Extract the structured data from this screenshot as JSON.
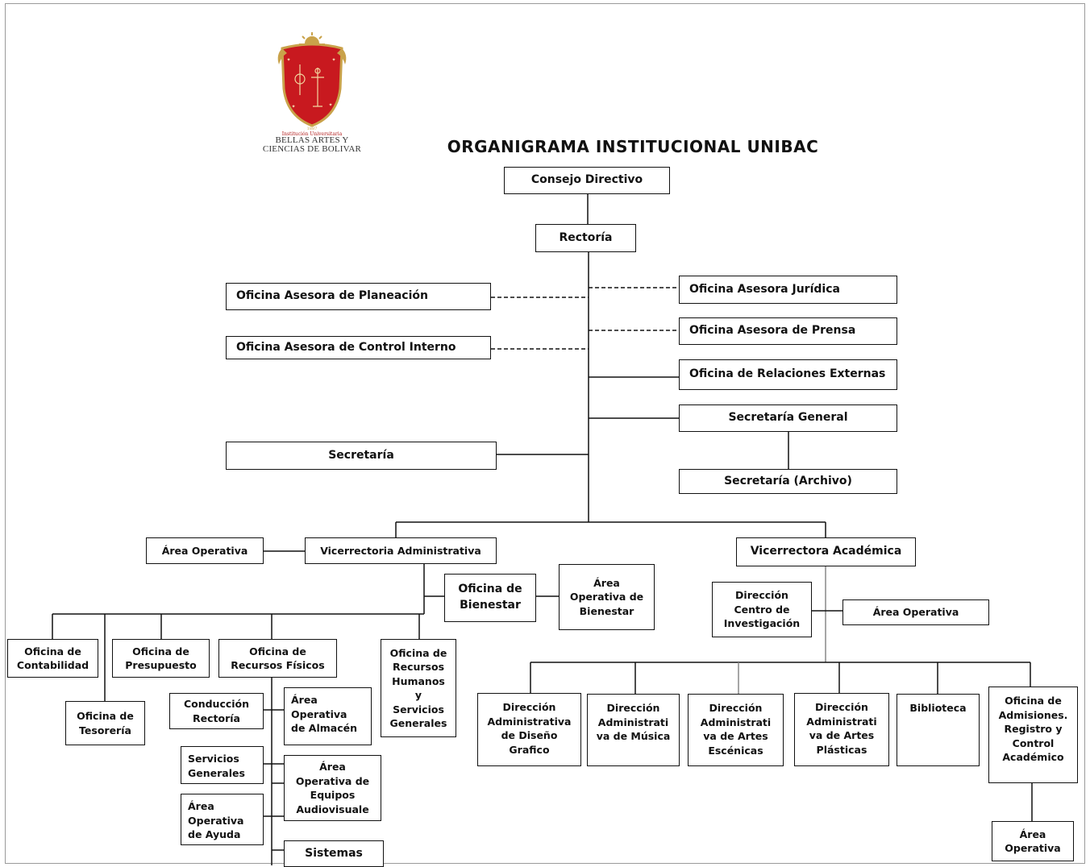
{
  "title": "ORGANIGRAMA INSTITUCIONAL UNIBAC",
  "logo": {
    "line1": "Institución Universitaria",
    "line2": "BELLAS ARTES Y",
    "line3": "CIENCIAS DE BOLIVAR",
    "colors": {
      "shield": "#c8191f",
      "gold": "#c9a24a"
    }
  },
  "nodes": {
    "consejo": "Consejo Directivo",
    "rectoria": "Rectoría",
    "planeacion": "Oficina Asesora de Planeación",
    "control": "Oficina Asesora de Control Interno",
    "juridica": "Oficina Asesora Jurídica",
    "prensa": "Oficina Asesora de Prensa",
    "relaciones": "Oficina de Relaciones Externas",
    "secgeneral": "Secretaría General",
    "secretaria": "Secretaría",
    "archivo": "Secretaría (Archivo)",
    "areaop_admin": "Área Operativa",
    "vicadmin": "Vicerrectoria Administrativa",
    "bienestar": "Oficina de\nBienestar",
    "areaop_bienestar": "Área\nOperativa de\nBienestar",
    "vicacad": "Vicerrectora Académica",
    "investigacion": "Dirección\nCentro de\nInvestigación",
    "areaop_acad": "Área Operativa",
    "contabilidad": "Oficina de\nContabilidad",
    "tesoreria": "Oficina de\nTesorería",
    "presupuesto": "Oficina de\nPresupuesto",
    "recfisicos": "Oficina de\nRecursos Físicos",
    "rechumanos": "Oficina de\nRecursos\nHumanos\ny\nServicios\nGenerales",
    "conduccion": "Conducción\nRectoría",
    "almacen": "Área\nOperativa\nde Almacén",
    "servgenerales": "Servicios\nGenerales",
    "audiovisuales": "Área\nOperativa de\nEquipos\nAudiovisuale",
    "ayuda": "Área\nOperativa\nde Ayuda",
    "sistemas": "Sistemas",
    "diseno": "Dirección\nAdministrativa\nde Diseño\nGrafico",
    "musica": "Dirección\nAdministrati\nva de Música",
    "escenicas": "Dirección\nAdministrati\nva de Artes\nEscénicas",
    "plasticas": "Dirección\nAdministrati\nva de Artes\nPlásticas",
    "biblioteca": "Biblioteca",
    "admisiones": "Oficina de\nAdmisiones.\nRegistro y\nControl\nAcadémico",
    "areaop_admisiones": "Área\nOperativa"
  }
}
